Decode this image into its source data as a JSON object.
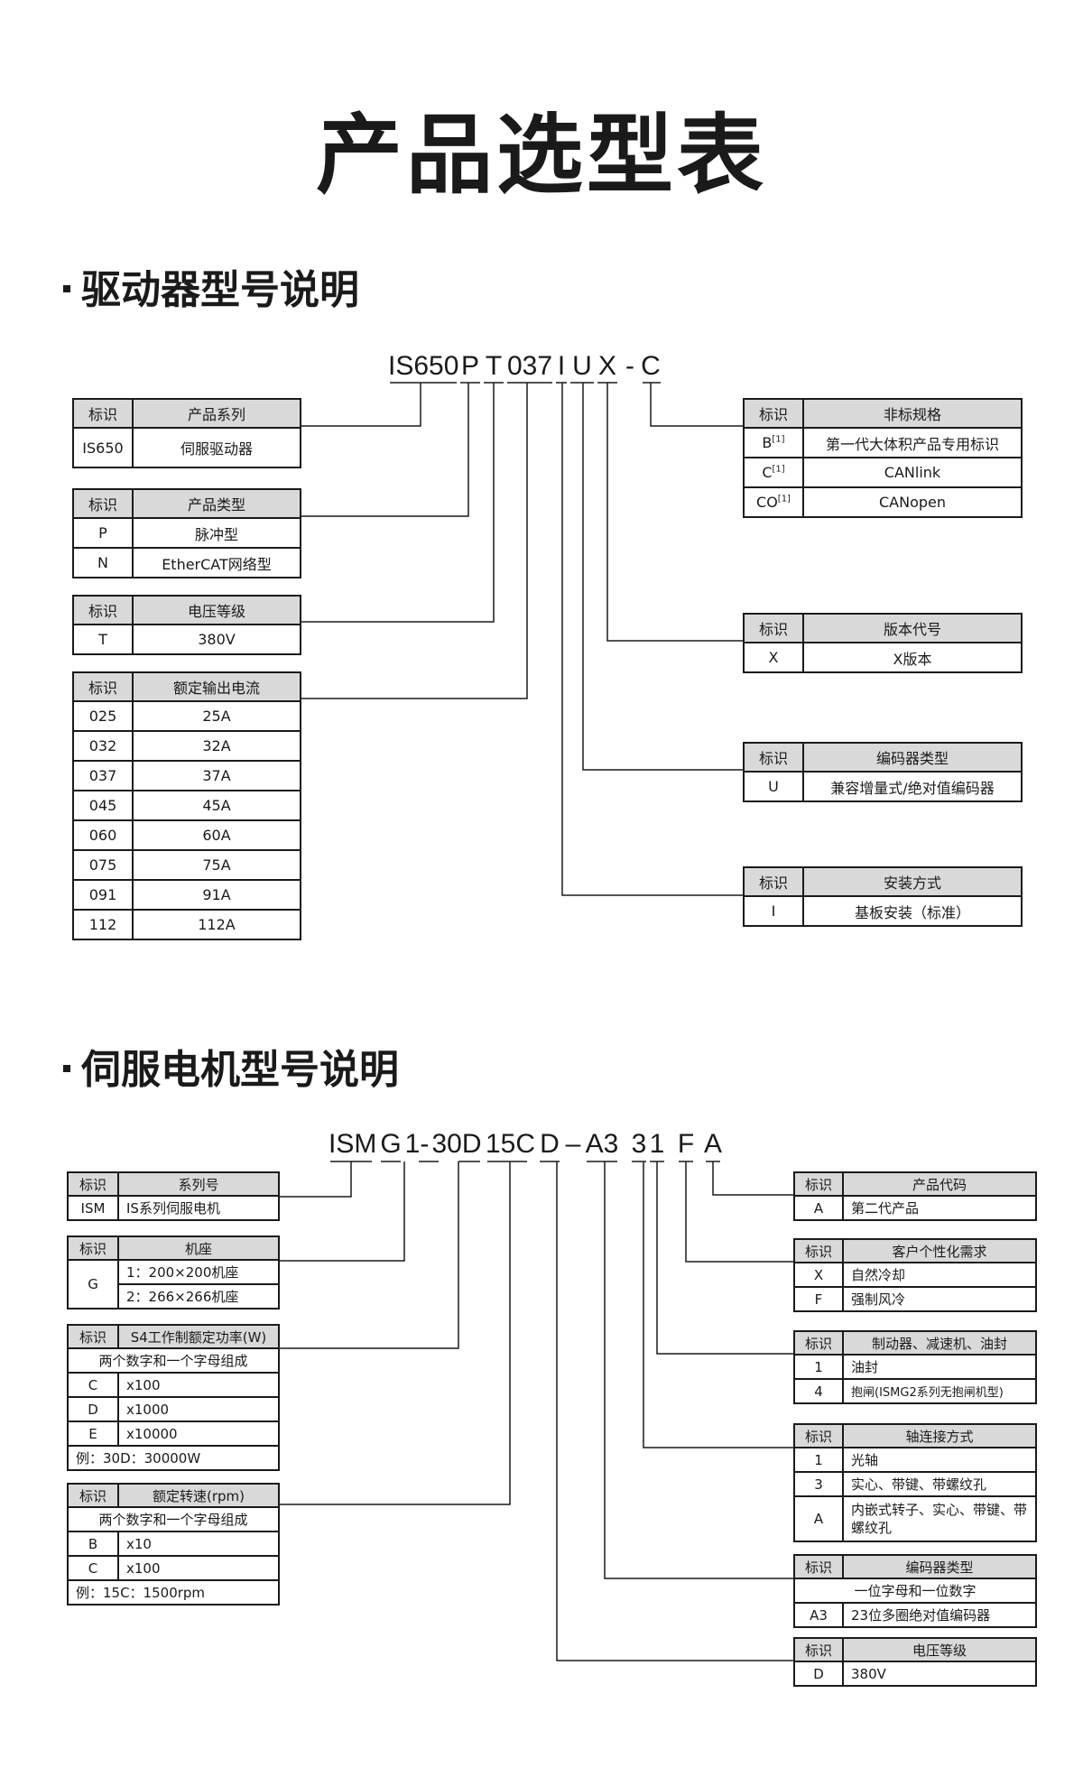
{
  "page_title": "产品选型表",
  "drive": {
    "section_title": "驱动器型号说明",
    "code_parts": [
      "IS650",
      "P",
      "T",
      "037",
      "I",
      "U",
      "X",
      "-",
      "C"
    ],
    "tables": {
      "series": {
        "headers": [
          "标识",
          "产品系列"
        ],
        "rows": [
          [
            "IS650",
            "伺服驱动器"
          ]
        ]
      },
      "ptype": {
        "headers": [
          "标识",
          "产品类型"
        ],
        "rows": [
          [
            "P",
            "脉冲型"
          ],
          [
            "N",
            "EtherCAT网络型"
          ]
        ]
      },
      "voltage": {
        "headers": [
          "标识",
          "电压等级"
        ],
        "rows": [
          [
            "T",
            "380V"
          ]
        ]
      },
      "current": {
        "headers": [
          "标识",
          "额定输出电流"
        ],
        "rows": [
          [
            "025",
            "25A"
          ],
          [
            "032",
            "32A"
          ],
          [
            "037",
            "37A"
          ],
          [
            "045",
            "45A"
          ],
          [
            "060",
            "60A"
          ],
          [
            "075",
            "75A"
          ],
          [
            "091",
            "91A"
          ],
          [
            "112",
            "112A"
          ]
        ]
      },
      "nonstd": {
        "headers": [
          "标识",
          "非标规格"
        ],
        "rows": [
          {
            "code": "B",
            "note": "[1]",
            "desc": "第一代大体积产品专用标识"
          },
          {
            "code": "C",
            "note": "[1]",
            "desc": "CANlink"
          },
          {
            "code": "CO",
            "note": "[1]",
            "desc": "CANopen"
          }
        ]
      },
      "version": {
        "headers": [
          "标识",
          "版本代号"
        ],
        "rows": [
          [
            "X",
            "X版本"
          ]
        ]
      },
      "encoder": {
        "headers": [
          "标识",
          "编码器类型"
        ],
        "rows": [
          [
            "U",
            "兼容增量式/绝对值编码器"
          ]
        ]
      },
      "install": {
        "headers": [
          "标识",
          "安装方式"
        ],
        "rows": [
          [
            "I",
            "基板安装（标准）"
          ]
        ]
      }
    }
  },
  "motor": {
    "section_title": "伺服电机型号说明",
    "code_parts": [
      "ISM",
      "G",
      "1-",
      "30D",
      "15C",
      "D",
      "–",
      "A3",
      "3",
      "1",
      "F",
      "A"
    ],
    "tables": {
      "series": {
        "headers": [
          "标识",
          "系列号"
        ],
        "rows": [
          [
            "ISM",
            "IS系列伺服电机"
          ]
        ]
      },
      "frame": {
        "headers": [
          "标识",
          "机座"
        ],
        "code": "G",
        "rows": [
          "1：200×200机座",
          "2：266×266机座"
        ]
      },
      "power": {
        "headers": [
          "标识",
          "S4工作制额定功率(W)"
        ],
        "subtitle": "两个数字和一个字母组成",
        "rows": [
          [
            "C",
            "x100"
          ],
          [
            "D",
            "x1000"
          ],
          [
            "E",
            "x10000"
          ]
        ],
        "example": "例：30D：30000W"
      },
      "speed": {
        "headers": [
          "标识",
          "额定转速(rpm)"
        ],
        "subtitle": "两个数字和一个字母组成",
        "rows": [
          [
            "B",
            "x10"
          ],
          [
            "C",
            "x100"
          ]
        ],
        "example": "例：15C：1500rpm"
      },
      "product_code": {
        "headers": [
          "标识",
          "产品代码"
        ],
        "rows": [
          [
            "A",
            "第二代产品"
          ]
        ]
      },
      "custom": {
        "headers": [
          "标识",
          "客户个性化需求"
        ],
        "rows": [
          [
            "X",
            "自然冷却"
          ],
          [
            "F",
            "强制风冷"
          ]
        ]
      },
      "brake": {
        "headers": [
          "标识",
          "制动器、减速机、油封"
        ],
        "rows": [
          [
            "1",
            "油封"
          ],
          [
            "4",
            "抱闸(ISMG2系列无抱闸机型)"
          ]
        ]
      },
      "shaft": {
        "headers": [
          "标识",
          "轴连接方式"
        ],
        "rows": [
          [
            "1",
            "光轴"
          ],
          [
            "3",
            "实心、带键、带螺纹孔"
          ],
          [
            "A",
            "内嵌式转子、实心、带键、带螺纹孔"
          ]
        ]
      },
      "encoder": {
        "headers": [
          "标识",
          "编码器类型"
        ],
        "subtitle": "一位字母和一位数字",
        "rows": [
          [
            "A3",
            "23位多圈绝对值编码器"
          ]
        ]
      },
      "voltage": {
        "headers": [
          "标识",
          "电压等级"
        ],
        "rows": [
          [
            "D",
            "380V"
          ]
        ]
      }
    }
  }
}
